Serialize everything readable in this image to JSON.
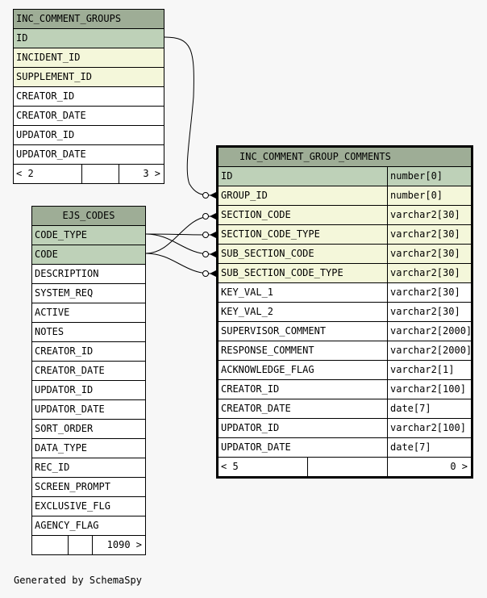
{
  "tables": {
    "inc_comment_groups": {
      "name": "INC_COMMENT_GROUPS",
      "columns": [
        {
          "name": "ID",
          "kind": "pk"
        },
        {
          "name": "INCIDENT_ID",
          "kind": "fk"
        },
        {
          "name": "SUPPLEMENT_ID",
          "kind": "fk"
        },
        {
          "name": "CREATOR_ID",
          "kind": ""
        },
        {
          "name": "CREATOR_DATE",
          "kind": ""
        },
        {
          "name": "UPDATOR_ID",
          "kind": ""
        },
        {
          "name": "UPDATOR_DATE",
          "kind": ""
        }
      ],
      "footer": {
        "left": "< 2",
        "right": "3 >"
      }
    },
    "ejs_codes": {
      "name": "EJS_CODES",
      "columns": [
        {
          "name": "CODE_TYPE",
          "kind": "pk"
        },
        {
          "name": "CODE",
          "kind": "pk"
        },
        {
          "name": "DESCRIPTION",
          "kind": ""
        },
        {
          "name": "SYSTEM_REQ",
          "kind": ""
        },
        {
          "name": "ACTIVE",
          "kind": ""
        },
        {
          "name": "NOTES",
          "kind": ""
        },
        {
          "name": "CREATOR_ID",
          "kind": ""
        },
        {
          "name": "CREATOR_DATE",
          "kind": ""
        },
        {
          "name": "UPDATOR_ID",
          "kind": ""
        },
        {
          "name": "UPDATOR_DATE",
          "kind": ""
        },
        {
          "name": "SORT_ORDER",
          "kind": ""
        },
        {
          "name": "DATA_TYPE",
          "kind": ""
        },
        {
          "name": "REC_ID",
          "kind": ""
        },
        {
          "name": "SCREEN_PROMPT",
          "kind": ""
        },
        {
          "name": "EXCLUSIVE_FLG",
          "kind": ""
        },
        {
          "name": "AGENCY_FLAG",
          "kind": ""
        }
      ],
      "footer": {
        "left": "",
        "right": "1090 >"
      }
    },
    "inc_comment_group_comments": {
      "name": "INC_COMMENT_GROUP_COMMENTS",
      "columns": [
        {
          "name": "ID",
          "type": "number[0]",
          "kind": "pk"
        },
        {
          "name": "GROUP_ID",
          "type": "number[0]",
          "kind": "fk"
        },
        {
          "name": "SECTION_CODE",
          "type": "varchar2[30]",
          "kind": "fk"
        },
        {
          "name": "SECTION_CODE_TYPE",
          "type": "varchar2[30]",
          "kind": "fk"
        },
        {
          "name": "SUB_SECTION_CODE",
          "type": "varchar2[30]",
          "kind": "fk"
        },
        {
          "name": "SUB_SECTION_CODE_TYPE",
          "type": "varchar2[30]",
          "kind": "fk"
        },
        {
          "name": "KEY_VAL_1",
          "type": "varchar2[30]",
          "kind": ""
        },
        {
          "name": "KEY_VAL_2",
          "type": "varchar2[30]",
          "kind": ""
        },
        {
          "name": "SUPERVISOR_COMMENT",
          "type": "varchar2[2000]",
          "kind": ""
        },
        {
          "name": "RESPONSE_COMMENT",
          "type": "varchar2[2000]",
          "kind": ""
        },
        {
          "name": "ACKNOWLEDGE_FLAG",
          "type": "varchar2[1]",
          "kind": ""
        },
        {
          "name": "CREATOR_ID",
          "type": "varchar2[100]",
          "kind": ""
        },
        {
          "name": "CREATOR_DATE",
          "type": "date[7]",
          "kind": ""
        },
        {
          "name": "UPDATOR_ID",
          "type": "varchar2[100]",
          "kind": ""
        },
        {
          "name": "UPDATOR_DATE",
          "type": "date[7]",
          "kind": ""
        }
      ],
      "footer": {
        "left": "< 5",
        "right": "0 >"
      }
    }
  },
  "generated_by": "Generated by SchemaSpy",
  "colors": {
    "header": "#9ead96",
    "primary_key": "#bed1b8",
    "foreign_key": "#f4f7da",
    "background": "#f7f7f7"
  }
}
